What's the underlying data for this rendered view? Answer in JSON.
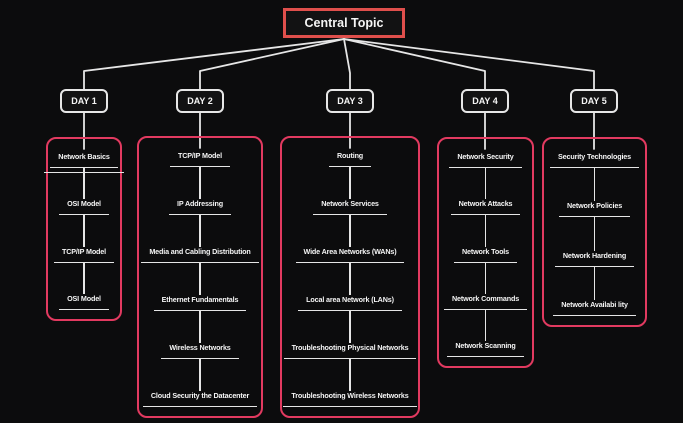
{
  "central": {
    "label": "Central Topic"
  },
  "colors": {
    "background": "#0c0c0d",
    "central_border": "#df4f4c",
    "column_border": "#e23a60",
    "day_border": "#e7e7e7",
    "line": "#e6e6e6",
    "text": "#f5f5f5"
  },
  "days": [
    {
      "label": "DAY 1",
      "topics": [
        "Network Basics",
        "OSI Model",
        "TCP/IP Model",
        "OSI Model"
      ]
    },
    {
      "label": "DAY 2",
      "topics": [
        "TCP/IP Model",
        "IP Addressing",
        "Media and Cabling Distribution",
        "Ethernet Fundamentals",
        "Wireless Networks",
        "Cloud Security the Datacenter"
      ]
    },
    {
      "label": "DAY 3",
      "topics": [
        "Routing",
        "Network Services",
        "Wide Area Networks (WANs)",
        "Local area Network  (LANs)",
        "Troubleshooting Physical Networks",
        "Troubleshooting Wireless Networks"
      ]
    },
    {
      "label": "DAY 4",
      "topics": [
        "Network Security",
        "Network Attacks",
        "Network Tools",
        "Network Commands",
        "Network Scanning"
      ]
    },
    {
      "label": "DAY 5",
      "topics": [
        "Security Technologies",
        "Network Policies",
        "Network Hardening",
        "Network Availabi lity"
      ]
    }
  ]
}
